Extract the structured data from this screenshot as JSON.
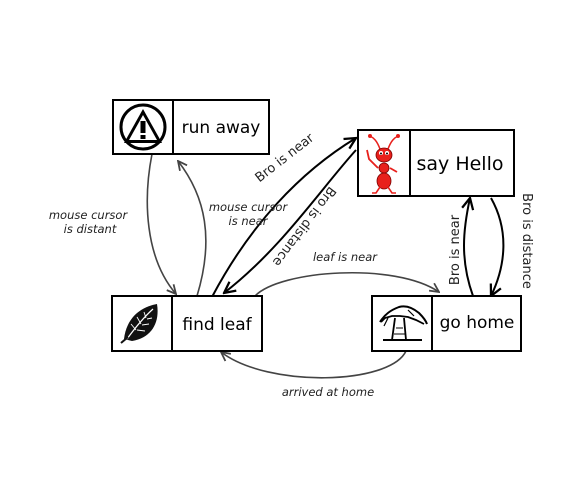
{
  "states": {
    "run_away": {
      "label": "run away",
      "icon": "warning-icon"
    },
    "say_hello": {
      "label": "say Hello",
      "icon": "red-ant-icon"
    },
    "find_leaf": {
      "label": "find leaf",
      "icon": "leaf-icon"
    },
    "go_home": {
      "label": "go home",
      "icon": "anthill-icon"
    }
  },
  "transitions": {
    "run_to_find": {
      "label_line1": "mouse cursor",
      "label_line2": "is distant"
    },
    "find_to_run": {
      "label_line1": "mouse cursor",
      "label_line2": "is near"
    },
    "find_to_hello": {
      "label": "Bro is near"
    },
    "hello_to_find": {
      "label": "Bro is distance"
    },
    "find_to_home": {
      "label": "leaf is near"
    },
    "home_to_find": {
      "label": "arrived at home"
    },
    "home_to_hello": {
      "label": "Bro is near"
    },
    "hello_to_home": {
      "label": "Bro is distance"
    }
  },
  "colors": {
    "stroke": "#000000",
    "edge": "#333333",
    "ant_red": "#e8201c"
  }
}
